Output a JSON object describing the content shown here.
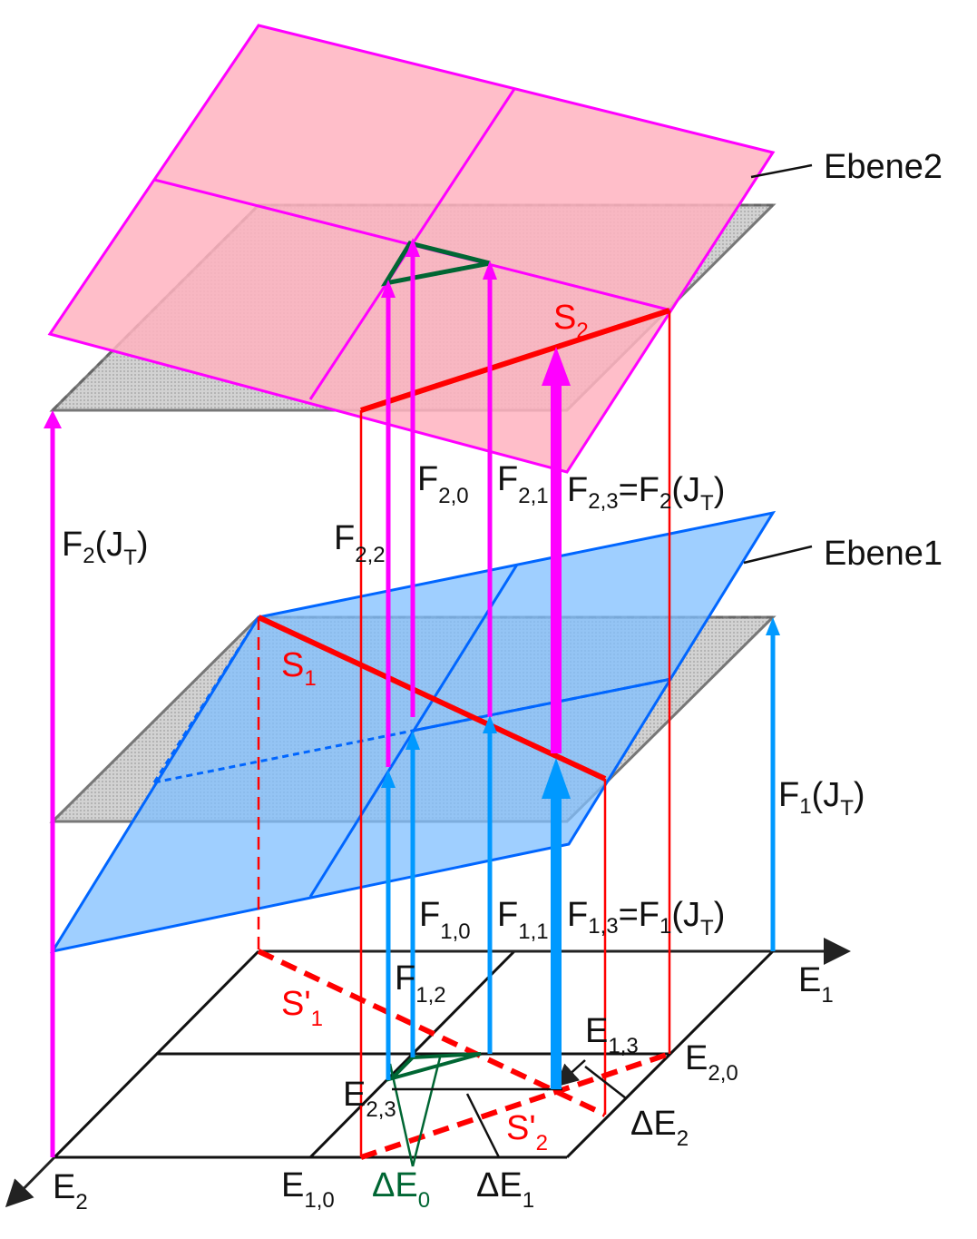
{
  "labels": {
    "ebene2": "Ebene2",
    "ebene1": "Ebene1",
    "s1": "S",
    "s1_sub": "1",
    "s2": "S",
    "s2_sub": "2",
    "s1p": "S'",
    "s1p_sub": "1",
    "s2p": "S'",
    "s2p_sub": "2",
    "f2jt_left": {
      "a": "F",
      "b": "2",
      "c": "(J",
      "d": "T",
      "e": ")"
    },
    "f22": {
      "a": "F",
      "b": "2,2"
    },
    "f20": {
      "a": "F",
      "b": "2,0"
    },
    "f21": {
      "a": "F",
      "b": "2,1"
    },
    "f23": {
      "a": "F",
      "b": "2,3",
      "c": "=F",
      "d": "2",
      "e": "(J",
      "f": "T",
      "g": ")"
    },
    "f1jt_right": {
      "a": "F",
      "b": "1",
      "c": "(J",
      "d": "T",
      "e": ")"
    },
    "f10": {
      "a": "F",
      "b": "1,0"
    },
    "f11": {
      "a": "F",
      "b": "1,1"
    },
    "f12": {
      "a": "F",
      "b": "1,2"
    },
    "f13": {
      "a": "F",
      "b": "1,3",
      "c": "=F",
      "d": "1",
      "e": "(J",
      "f": "T",
      "g": ")"
    },
    "e1": {
      "a": "E",
      "b": "1"
    },
    "e2": {
      "a": "E",
      "b": "2"
    },
    "e10": {
      "a": "E",
      "b": "1,0"
    },
    "e13": {
      "a": "E",
      "b": "1,3"
    },
    "e20": {
      "a": "E",
      "b": "2,0"
    },
    "e23": {
      "a": "E",
      "b": "2,3"
    },
    "de0": {
      "a": "ΔE",
      "b": "0"
    },
    "de1": {
      "a": "ΔE",
      "b": "1"
    },
    "de2": {
      "a": "ΔE",
      "b": "2"
    }
  },
  "colors": {
    "magenta": "#ff00ff",
    "blue": "#0099ff",
    "red": "#ff0000",
    "green": "#006633",
    "pinkFill": "#ffb3bf",
    "blueFill": "#7fbfff",
    "grayFill": "#c8c8c8",
    "planeEdge2": "#ff00ff",
    "planeEdge1": "#0066ff"
  }
}
